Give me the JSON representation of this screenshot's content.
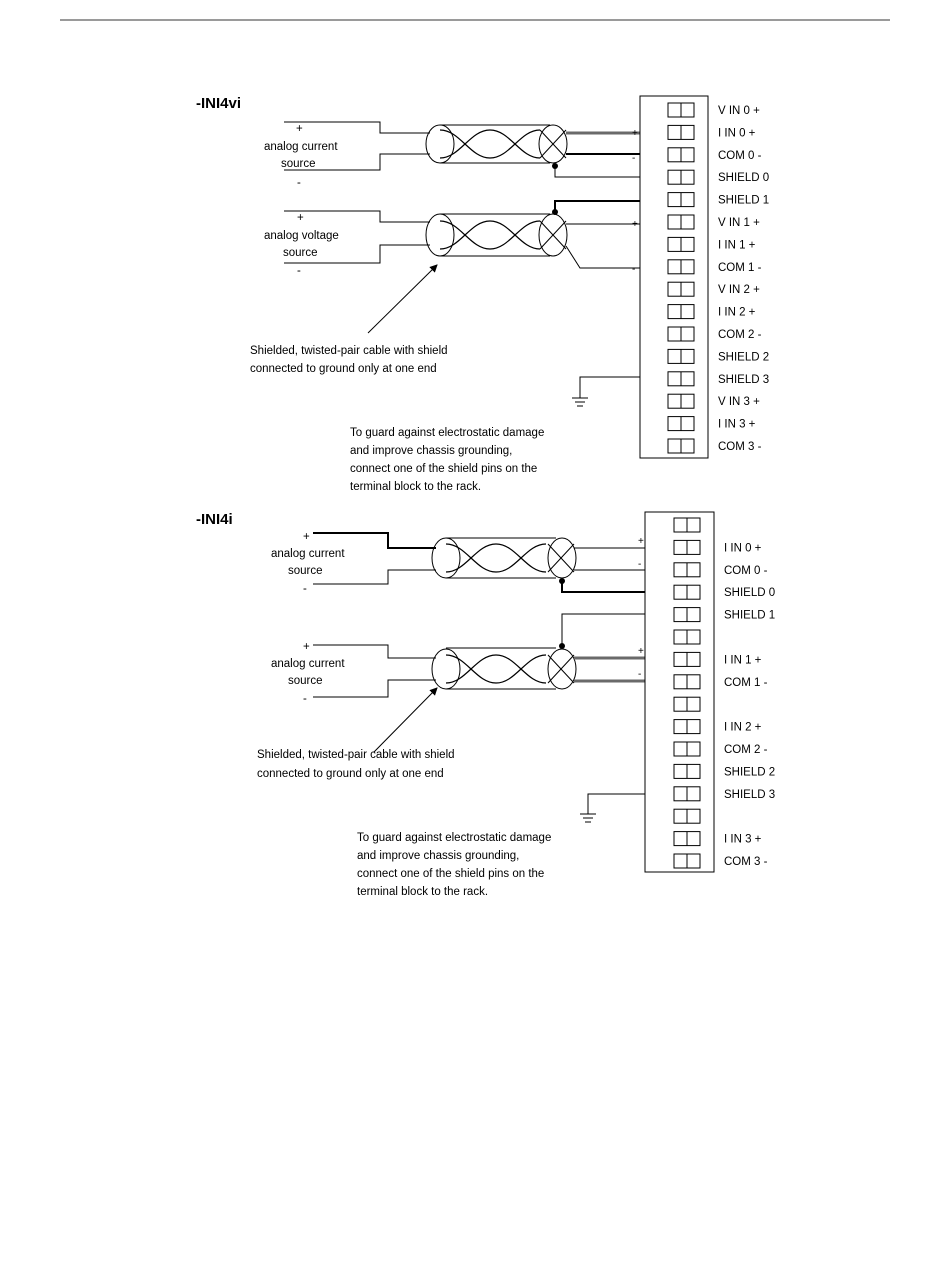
{
  "top": {
    "title": "-INI4vi",
    "source1": {
      "plus": "+",
      "label1": "analog current",
      "label2": "source",
      "minus": "-"
    },
    "source2": {
      "plus": "+",
      "label1": "analog voltage",
      "label2": "source",
      "minus": "-"
    },
    "wire_signs": [
      "+",
      "-",
      "+",
      "-"
    ],
    "cable_note": [
      "Shielded, twisted-pair cable with shield",
      "connected to ground only at one end"
    ],
    "guard_note": [
      "To guard against electrostatic damage",
      "and improve chassis grounding,",
      "connect one of the shield pins on the",
      "terminal block to the rack."
    ],
    "terminals": [
      "V IN 0 +",
      "I IN 0 +",
      "COM 0 -",
      "SHIELD 0",
      "SHIELD 1",
      "V IN 1 +",
      "I IN 1 +",
      "COM 1 -",
      "V IN 2 +",
      "I IN 2 +",
      "COM 2 -",
      "SHIELD 2",
      "SHIELD 3",
      "V IN 3 +",
      "I IN 3 +",
      "COM 3 -"
    ]
  },
  "bottom": {
    "title": "-INI4i",
    "source1": {
      "plus": "+",
      "label1": "analog current",
      "label2": "source",
      "minus": "-"
    },
    "source2": {
      "plus": "+",
      "label1": "analog current",
      "label2": "source",
      "minus": "-"
    },
    "wire_signs": [
      "+",
      "-",
      "+",
      "-"
    ],
    "cable_note": [
      "Shielded, twisted-pair cable with shield",
      "connected to ground only at one end"
    ],
    "guard_note": [
      "To guard against electrostatic damage",
      "and improve chassis grounding,",
      "connect one of the shield pins on the",
      "terminal block to the rack."
    ],
    "terminals": [
      "",
      "I IN 0 +",
      "COM 0 -",
      "SHIELD 0",
      "SHIELD 1",
      "",
      "I IN 1 +",
      "COM 1 -",
      "",
      "I IN 2 +",
      "COM 2 -",
      "SHIELD 2",
      "SHIELD 3",
      "",
      "I IN 3 +",
      "COM 3 -"
    ]
  }
}
